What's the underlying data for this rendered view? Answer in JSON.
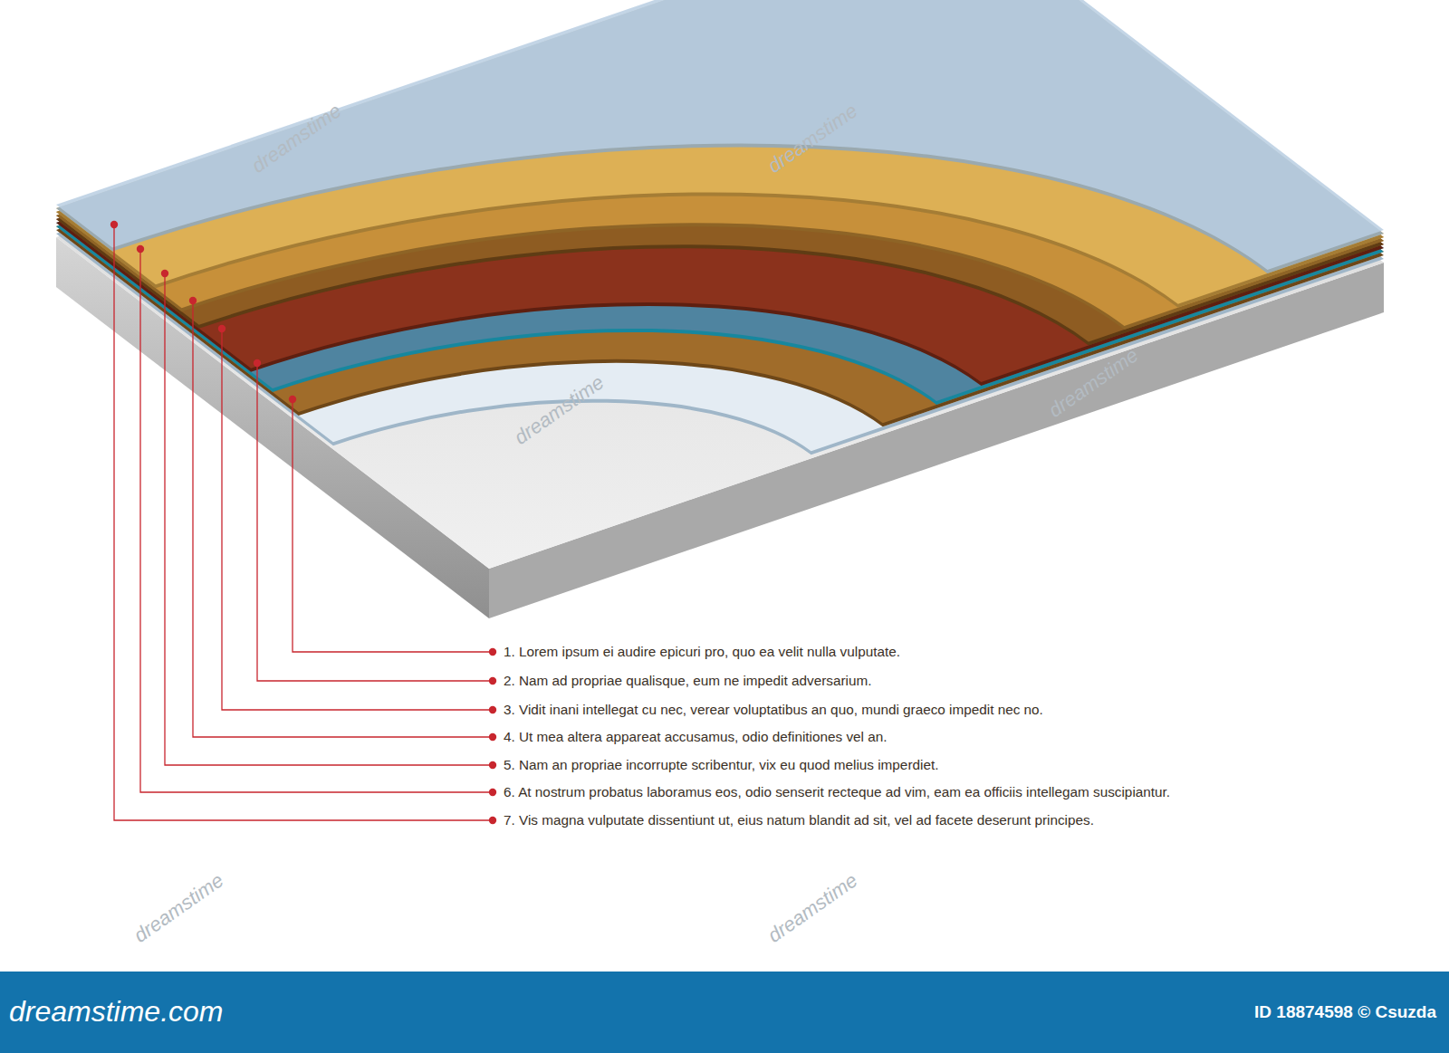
{
  "diagram": {
    "nodes": [
      {
        "text": [
          "dreamstime.com",
          "ID 18874598 © Csuzda"
        ]
      }
    ],
    "labels": [
      "1. Lorem ipsum ei audire epicuri pro, quo ea velit nulla vulputate.",
      "2. Nam ad propriae qualisque, eum ne impedit adversarium.",
      "3. Vidit inani intellegat cu nec, verear voluptatibus an quo, mundi graeco impedit nec no.",
      "4. Ut mea altera appareat accusamus, odio definitiones vel an.",
      "5. Nam an propriae incorrupte scribentur, vix eu quod melius imperdiet.",
      "6. At nostrum probatus laboramus eos, odio senserit recteque ad vim, eam ea officiis intellegam suscipiantur.",
      "7. Vis magna vulputate dissentiunt ut, eius natum blandit ad sit, vel ad facete deserunt principes.",
      "dreamstime",
      "dreamstime",
      "dreamstime",
      "dreamstime",
      "dreamstime",
      "dreamstime"
    ]
  }
}
